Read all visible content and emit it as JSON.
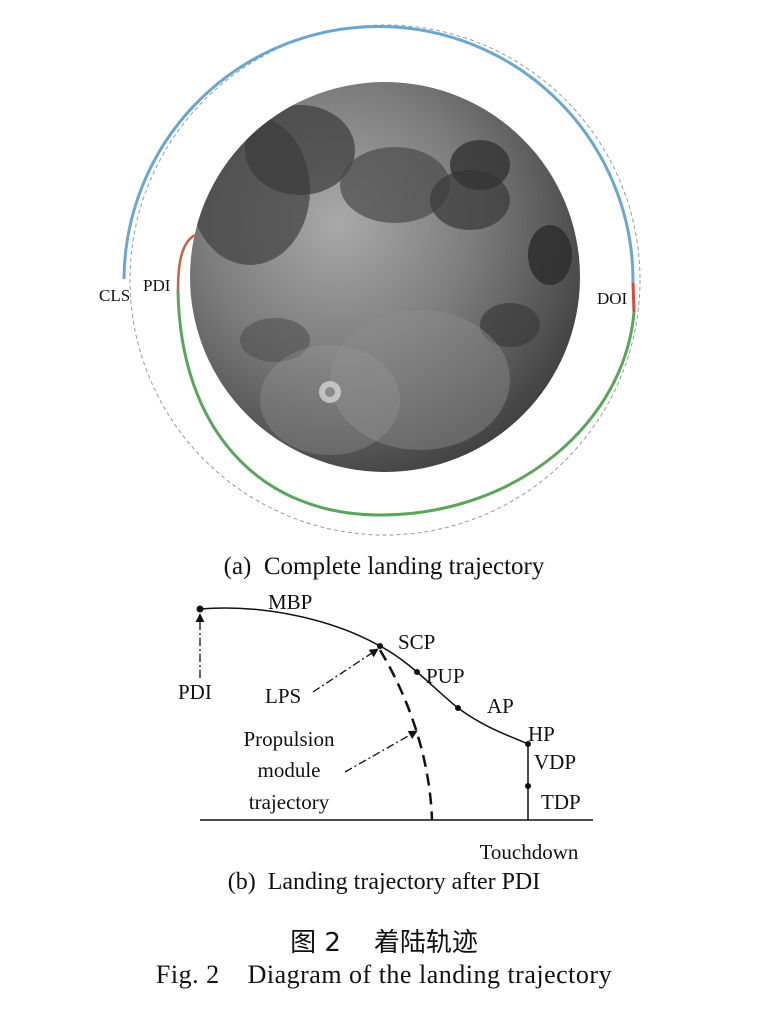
{
  "panel_a": {
    "labels": {
      "cls": "CLS",
      "pdi": "PDI",
      "doi": "DOI"
    },
    "caption": "(a)  Complete landing trajectory",
    "colors": {
      "descent_orbit": "#6aa6d2",
      "powered_descent": "#5aa55c",
      "transfer": "#c8643c",
      "doi_burn": "#d04c3c",
      "guide_orbit": "#9a9a9a"
    }
  },
  "panel_b": {
    "labels": {
      "mbp": "MBP",
      "scp": "SCP",
      "pup": "PUP",
      "ap": "AP",
      "hp": "HP",
      "vdp": "VDP",
      "tdp": "TDP",
      "pdi": "PDI",
      "lps": "LPS",
      "propulsion_1": "Propulsion",
      "propulsion_2": "module",
      "propulsion_3": "trajectory",
      "touchdown": "Touchdown"
    },
    "caption": "(b)  Landing trajectory after PDI"
  },
  "figure_caption": {
    "chinese": "图 2    着陆轨迹",
    "english": "Fig. 2    Diagram of the landing trajectory"
  }
}
